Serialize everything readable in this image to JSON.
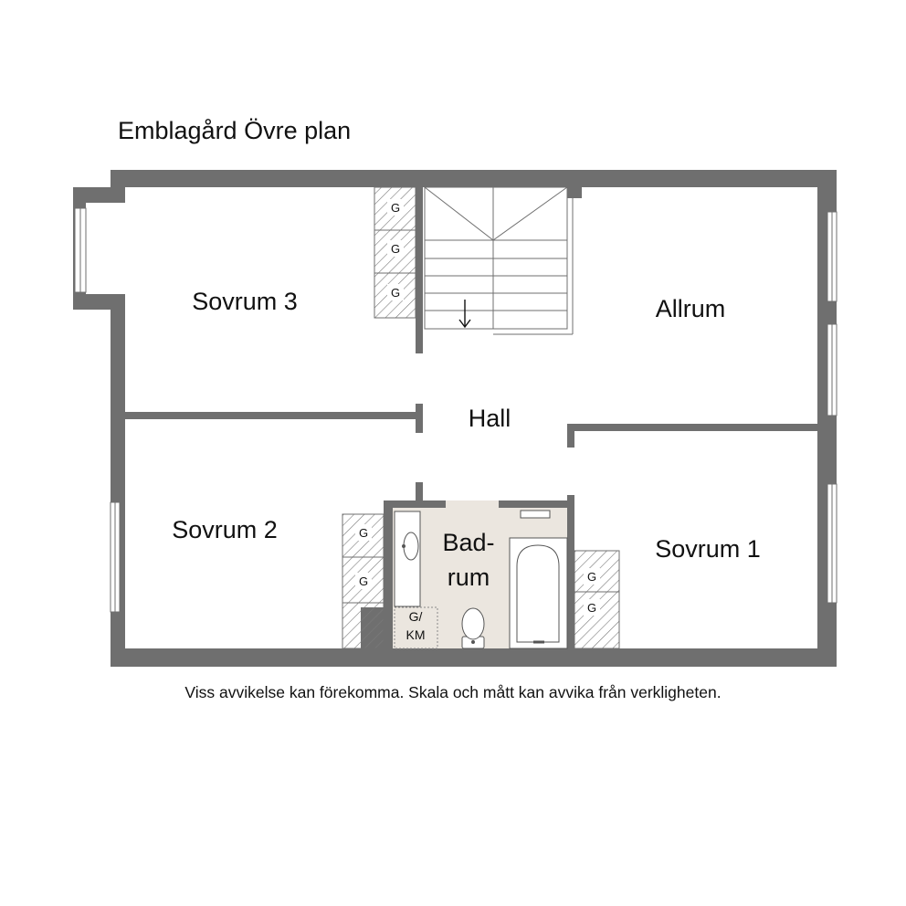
{
  "title": "Emblagård Övre plan",
  "disclaimer": "Viss avvikelse kan förekomma. Skala och mått kan avvika från verkligheten.",
  "rooms": {
    "sovrum3": "Sovrum 3",
    "allrum": "Allrum",
    "hall": "Hall",
    "sovrum2": "Sovrum 2",
    "sovrum1": "Sovrum 1",
    "badrum_line1": "Bad-",
    "badrum_line2": "rum"
  },
  "closet_label": "G",
  "gkm_line1": "G/",
  "gkm_line2": "KM",
  "colors": {
    "wall": "#6f6f6f",
    "bathroom_floor": "#ebe6df",
    "hatch": "#7a7a7a",
    "text": "#111111"
  },
  "icons": [
    "stair-arrow-icon",
    "sink-icon",
    "toilet-icon",
    "bathtub-icon"
  ]
}
